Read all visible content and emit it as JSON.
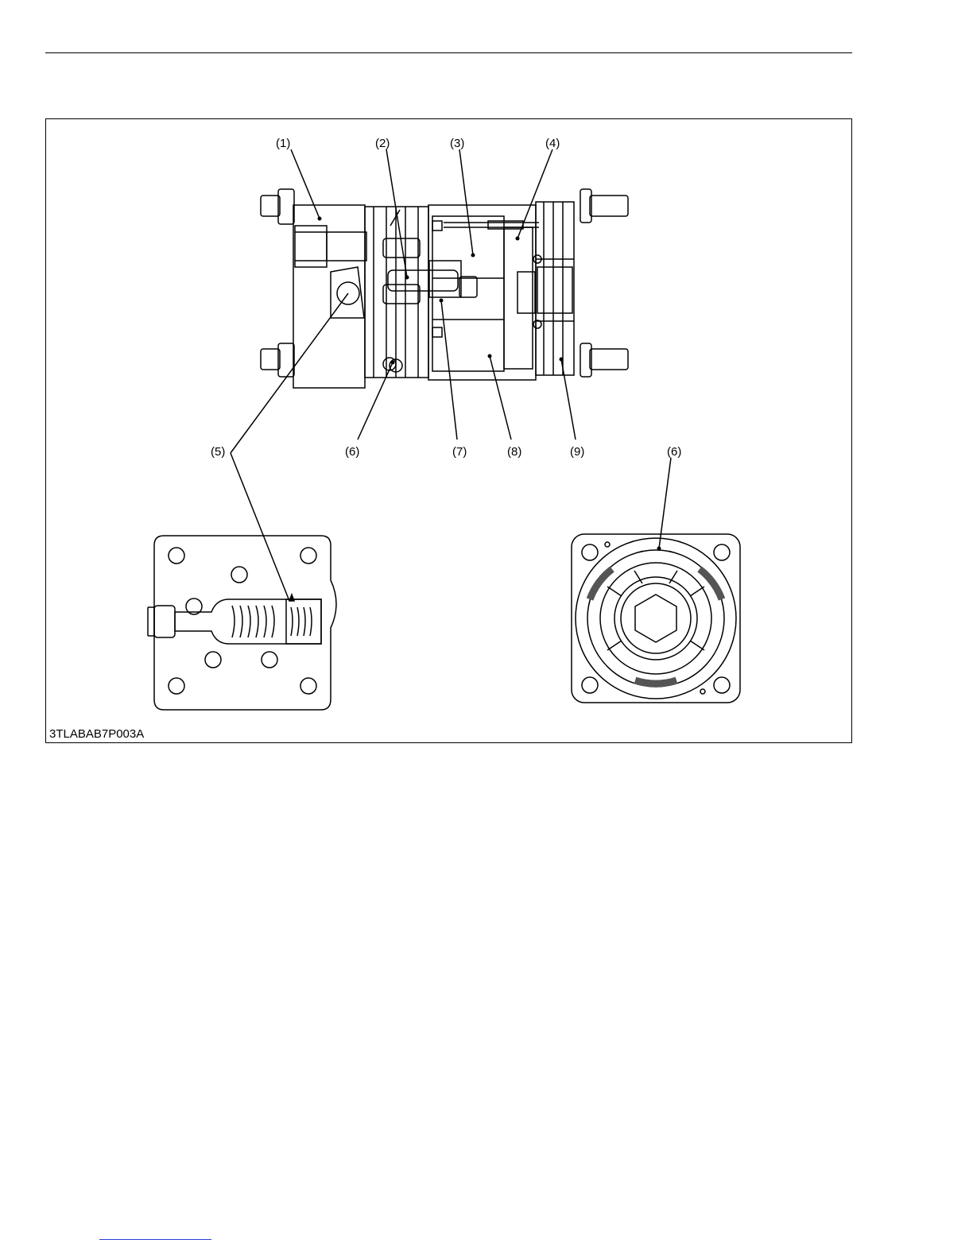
{
  "figure": {
    "callouts": {
      "c1": "(1)",
      "c2": "(2)",
      "c3": "(3)",
      "c4": "(4)",
      "c5": "(5)",
      "c6a": "(6)",
      "c7": "(7)",
      "c8": "(8)",
      "c9": "(9)",
      "c6b": "(6)"
    },
    "code": "3TLABAB7P003A"
  }
}
